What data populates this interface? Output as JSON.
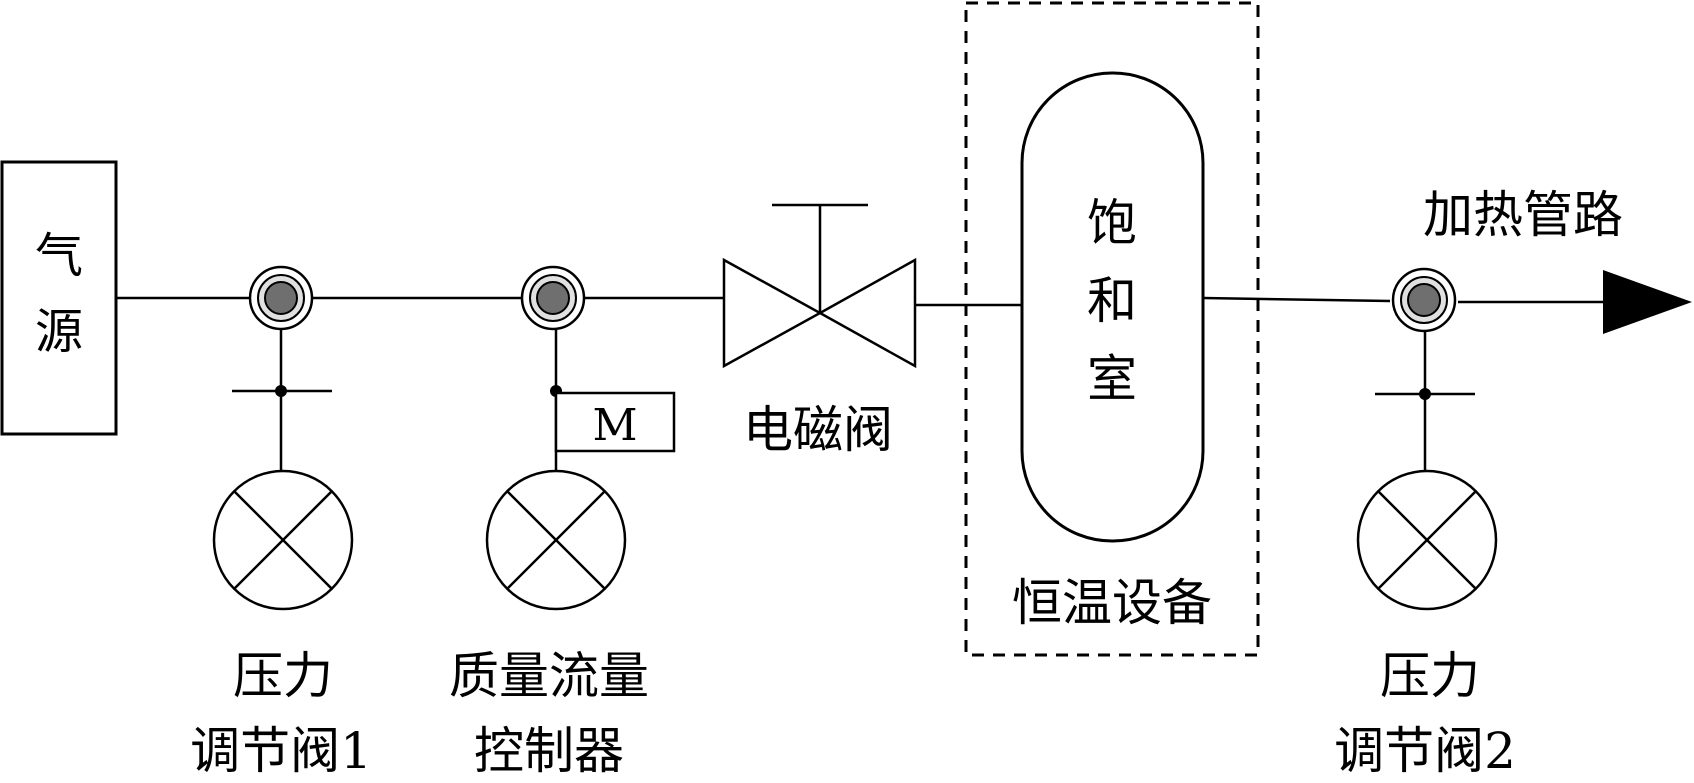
{
  "labels": {
    "gas_source_line1": "气",
    "gas_source_line2": "源",
    "pressure_valve1_line1": "压力",
    "pressure_valve1_line2": "调节阀1",
    "mfc_line1": "质量流量",
    "mfc_line2": "控制器",
    "motor": "M",
    "solenoid_valve": "电磁阀",
    "saturation_line1": "饱",
    "saturation_line2": "和",
    "saturation_line3": "室",
    "thermostat": "恒温设备",
    "heating_pipe": "加热管路",
    "pressure_valve2_line1": "压力",
    "pressure_valve2_line2": "调节阀2"
  }
}
